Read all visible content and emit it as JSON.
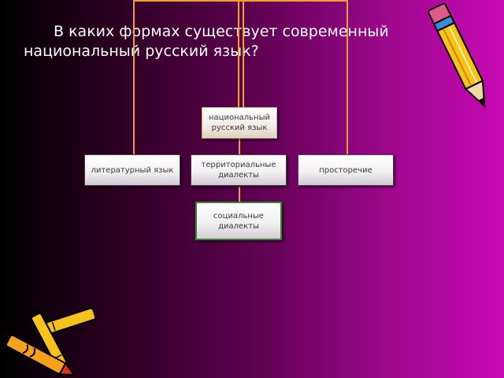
{
  "question": "В каких формах существует современный национальный русский язык?",
  "diagram": {
    "root": "национальный русский язык",
    "children": [
      {
        "label": "литературный язык"
      },
      {
        "label": "территориальные диалекты"
      },
      {
        "label": "просторечие"
      }
    ],
    "sub": "социальные диалекты"
  },
  "decor": {
    "left_clipart": "crayons-clipart",
    "right_clipart": "pencil-clipart"
  },
  "colors": {
    "connector": "#f2a030",
    "social_border": "#2f8a2f"
  }
}
